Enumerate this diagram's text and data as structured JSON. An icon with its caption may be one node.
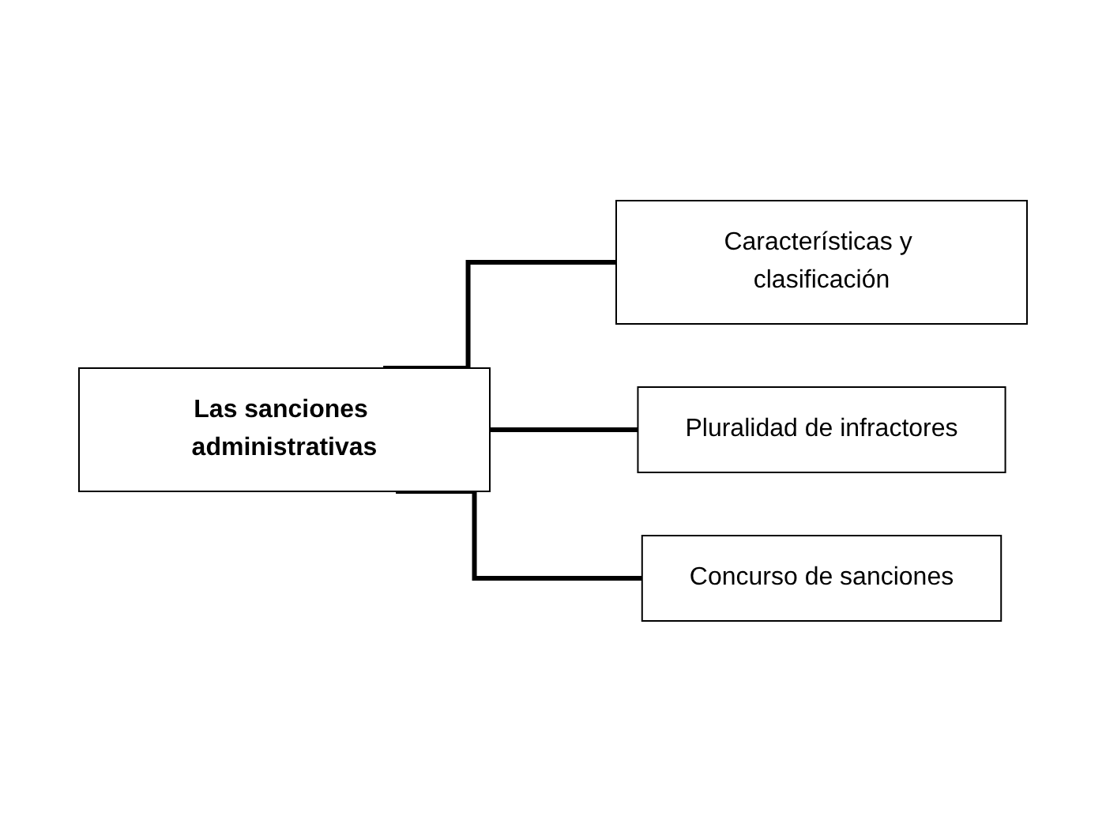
{
  "diagram": {
    "nodes": [
      {
        "text": [
          "Las sanciones administrativas"
        ]
      },
      {
        "text": [
          "Características y clasificación"
        ]
      },
      {
        "text": [
          "Pluralidad de infractores"
        ]
      },
      {
        "text": [
          "Concurso de sanciones"
        ]
      }
    ],
    "edges": [
      {
        "from": 0,
        "to": 1,
        "arrow": "none"
      },
      {
        "from": 0,
        "to": 2,
        "arrow": "none"
      },
      {
        "from": 0,
        "to": 3,
        "arrow": "none"
      }
    ]
  }
}
